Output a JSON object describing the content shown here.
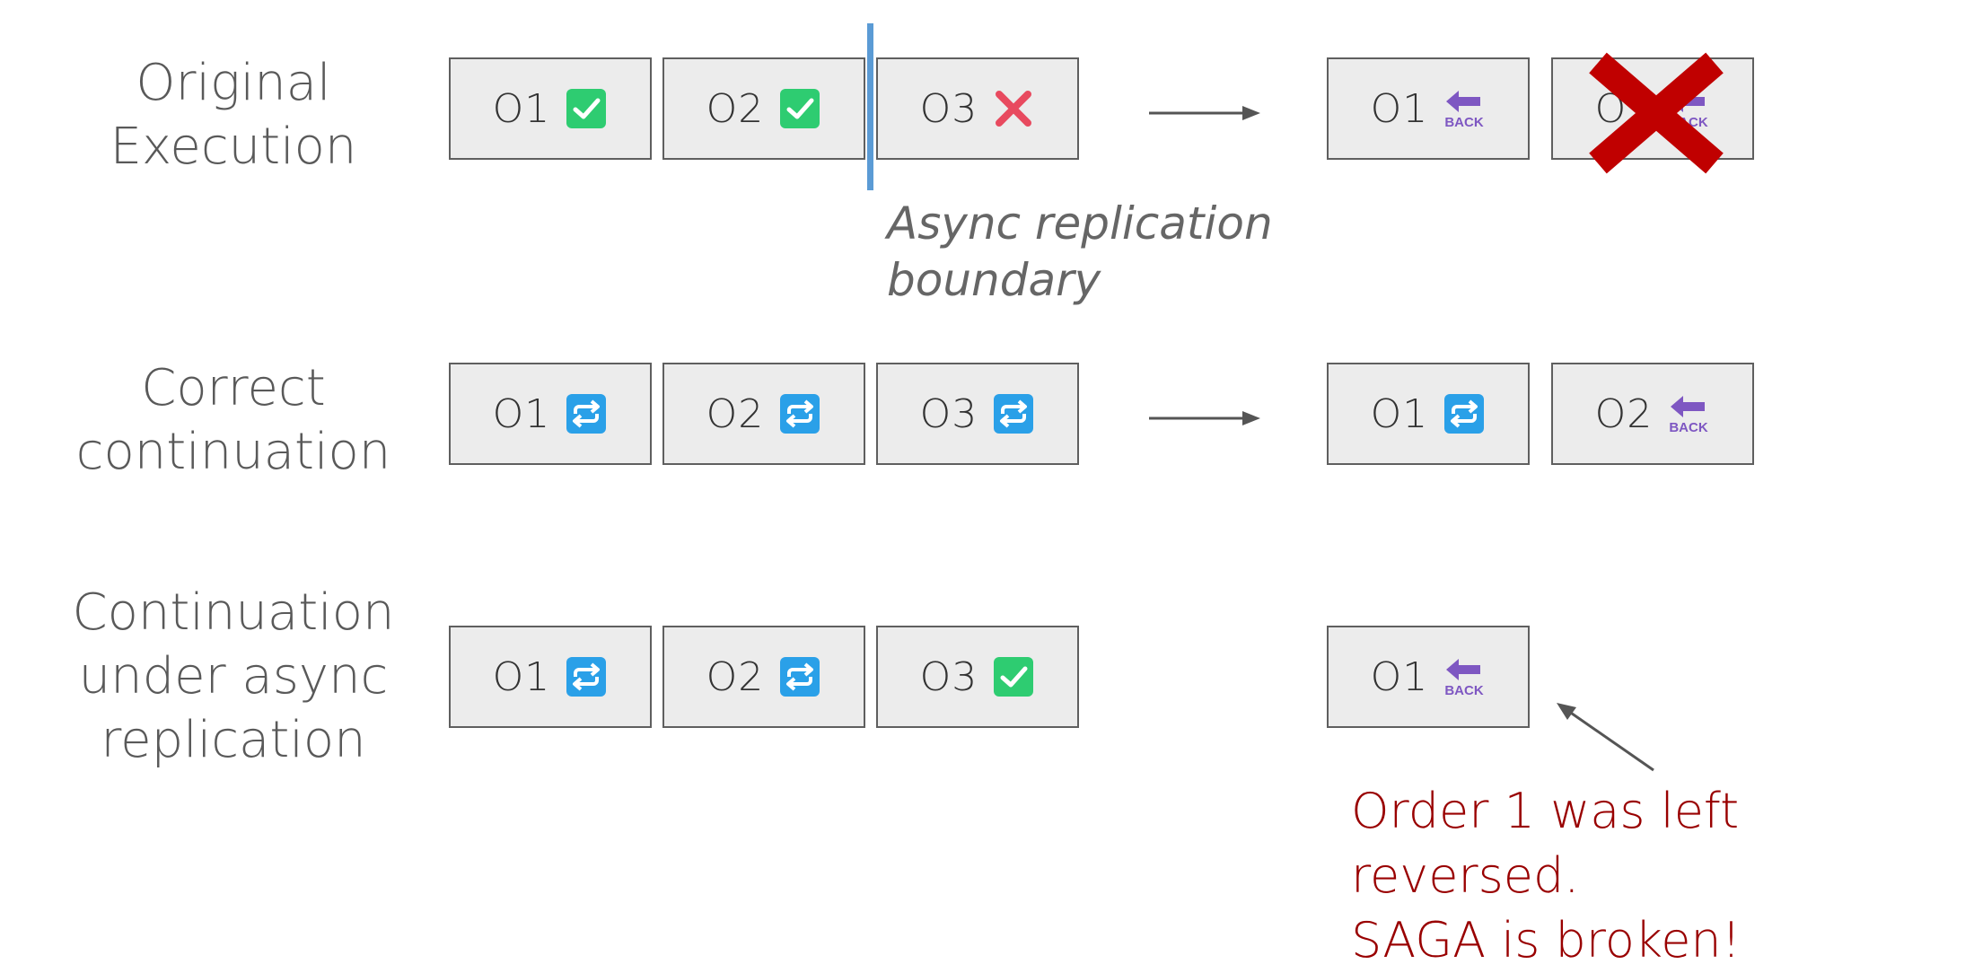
{
  "colors": {
    "check_green": "#2ecc71",
    "cross_red": "#e84a5f",
    "retry_blue": "#2aa0e8",
    "back_purple": "#7e57c2",
    "boundary_blue": "#5b9bd5",
    "big_x_red": "#c00000",
    "note_red": "#990000"
  },
  "rows": [
    {
      "label_line1": "Original",
      "label_line2": "Execution",
      "steps": [
        {
          "label": "O1",
          "icon": "check-icon"
        },
        {
          "label": "O2",
          "icon": "check-icon"
        },
        {
          "label": "O3",
          "icon": "cross-icon"
        }
      ],
      "results": [
        {
          "label": "O1",
          "icon": "back-icon"
        },
        {
          "label": "O2",
          "icon": "back-icon",
          "crossed_out": true
        }
      ]
    },
    {
      "label_line1": "Correct",
      "label_line2": "continuation",
      "steps": [
        {
          "label": "O1",
          "icon": "retry-icon"
        },
        {
          "label": "O2",
          "icon": "retry-icon"
        },
        {
          "label": "O3",
          "icon": "retry-icon"
        }
      ],
      "results": [
        {
          "label": "O1",
          "icon": "retry-icon"
        },
        {
          "label": "O2",
          "icon": "back-icon"
        }
      ]
    },
    {
      "label_line1": "Continuation",
      "label_line2": "under async",
      "label_line3": "replication",
      "steps": [
        {
          "label": "O1",
          "icon": "retry-icon"
        },
        {
          "label": "O2",
          "icon": "retry-icon"
        },
        {
          "label": "O3",
          "icon": "check-icon"
        }
      ],
      "results": [
        {
          "label": "O1",
          "icon": "back-icon"
        }
      ]
    }
  ],
  "boundary": {
    "line1": "Async replication",
    "line2": "boundary"
  },
  "back_icon_text": "BACK",
  "note": {
    "line1": "Order 1 was left reversed.",
    "line2": "SAGA is broken!"
  }
}
